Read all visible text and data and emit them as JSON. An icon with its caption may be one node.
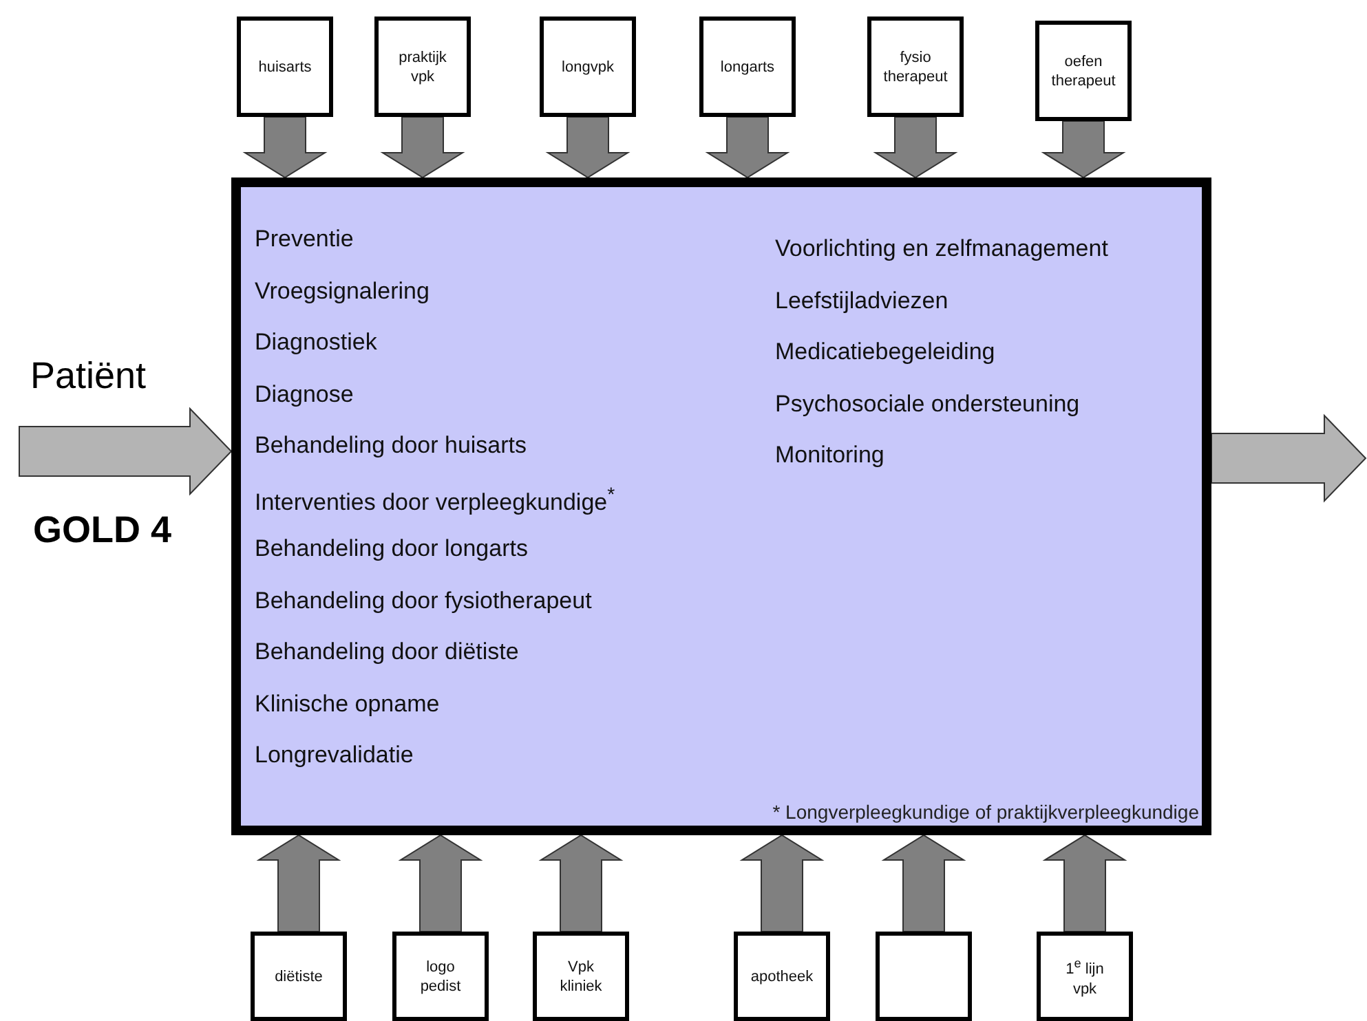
{
  "diagram": {
    "nodes": [
      {
        "text": [
          "Preventie",
          "Vroegsignalering",
          "Diagnostiek",
          "Diagnose",
          "Behandeling door huisarts",
          "Interventies door verpleegkundige$^{*}$",
          "Behandeling door longarts",
          "Behandeling door fysiotherapeut",
          "Behandeling door diëtiste",
          "Klinische opname",
          "Longrevalidatie",
          "Voorlichting en zelfmanagement",
          "Leefstijladviezen",
          "Medicatiebegeleiding",
          "Psychosociale ondersteuning",
          "Monitoring",
          "* Longverpleegkundige of praktijkverpleegkundige"
        ]
      },
      {
        "text": [
          "huisarts"
        ]
      },
      {
        "text": [
          "praktijk vpk"
        ]
      },
      {
        "text": [
          "longvpk"
        ]
      },
      {
        "text": [
          "longarts"
        ]
      },
      {
        "text": [
          "fysio therapeut"
        ]
      },
      {
        "text": [
          "oefen therapeut"
        ]
      },
      {
        "text": [
          "diëtiste"
        ]
      },
      {
        "text": [
          "logo pedist"
        ]
      },
      {
        "text": [
          "Vpk kliniek"
        ]
      },
      {
        "text": [
          "apotheek"
        ]
      },
      {
        "text": [],
        "shape": "box"
      },
      {
        "text": [
          "1$^{e}$ lijn vpk"
        ]
      }
    ],
    "edges": [
      {
        "from": 1,
        "to": 0,
        "arrow": "to"
      },
      {
        "from": 2,
        "to": 0,
        "arrow": "to"
      },
      {
        "from": 3,
        "to": 0,
        "arrow": "to"
      },
      {
        "from": 4,
        "to": 0,
        "arrow": "to"
      },
      {
        "from": 5,
        "to": 0,
        "arrow": "to"
      },
      {
        "from": 6,
        "to": 0,
        "arrow": "to"
      },
      {
        "from": 7,
        "to": 0,
        "arrow": "to"
      },
      {
        "from": 8,
        "to": 0,
        "arrow": "to"
      },
      {
        "from": 9,
        "to": 0,
        "arrow": "to"
      },
      {
        "from": 10,
        "to": 0,
        "arrow": "to"
      },
      {
        "from": 11,
        "to": 0,
        "arrow": "to"
      },
      {
        "from": 12,
        "to": 0,
        "arrow": "to"
      },
      {
        "from": null,
        "to": 0,
        "arrow": "to",
        "color": "#b4b4b4"
      },
      {
        "from": 0,
        "to": null,
        "arrow": "to",
        "color": "#b4b4b4"
      }
    ],
    "labels": [
      "Patiënt",
      "GOLD 4"
    ]
  }
}
